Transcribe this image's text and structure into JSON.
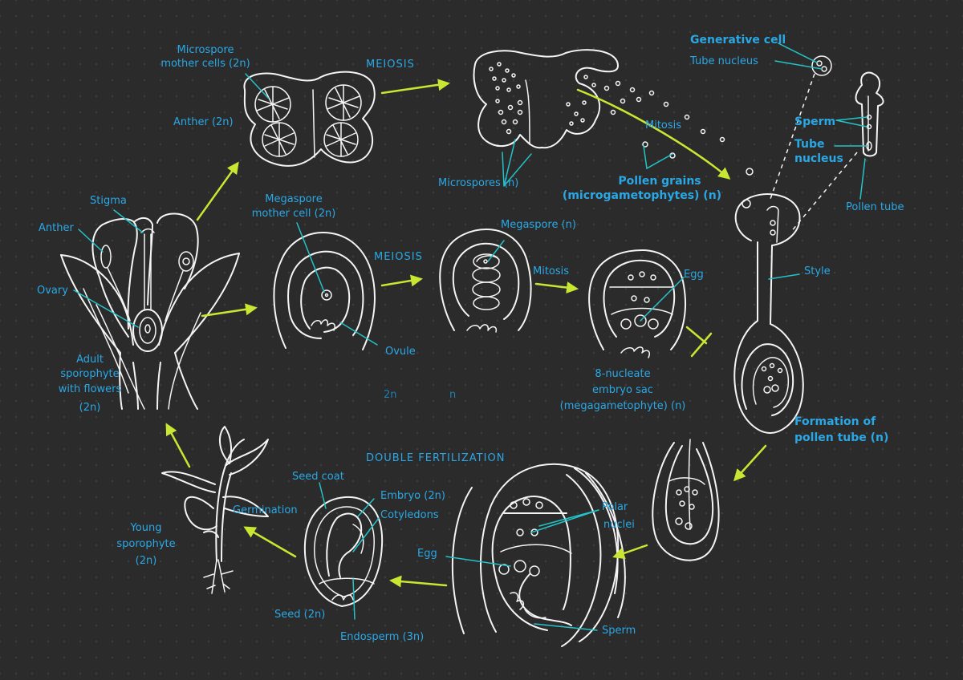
{
  "labels": {
    "microspore_mother_cells": [
      "Microspore",
      "mother cells (2n)"
    ],
    "anther_2n": "Anther (2n)",
    "meiosis_top": "MEIOSIS",
    "microspores": "Microspores (n)",
    "mitosis_top": "Mitosis",
    "pollen_grains": [
      "Pollen grains",
      "(microgametophytes) (n)"
    ],
    "generative_cell": "Generative cell",
    "tube_nucleus_top": "Tube nucleus",
    "sperm_top": "Sperm",
    "tube_nucleus_side": [
      "Tube",
      "nucleus"
    ],
    "pollen_tube": "Pollen tube",
    "stigma": "Stigma",
    "anther": "Anther",
    "ovary": "Ovary",
    "adult_sporophyte": [
      "Adult",
      "sporophyte",
      "with flowers",
      "(2n)"
    ],
    "megaspore_mother_cell": [
      "Megaspore",
      "mother cell (2n)"
    ],
    "meiosis_mid": "MEIOSIS",
    "ovule": "Ovule",
    "megaspore": "Megaspore (n)",
    "mitosis_mid": "Mitosis",
    "egg_top": "Egg",
    "embryo_sac": [
      "8-nucleate",
      "embryo sac",
      "(megagametophyte) (n)"
    ],
    "ploidy_2n": "2n",
    "ploidy_n": "n",
    "style": "Style",
    "formation_pollen_tube": [
      "Formation of",
      "pollen tube (n)"
    ],
    "double_fertilization": "DOUBLE FERTILIZATION",
    "polar_nuclei": [
      "Polar",
      "nuclei"
    ],
    "egg_bottom": "Egg",
    "sperm_bottom": "Sperm",
    "seed_coat": "Seed coat",
    "embryo_2n": "Embryo (2n)",
    "cotyledons": "Cotyledons",
    "germination": "Germination",
    "young_sporophyte": [
      "Young",
      "sporophyte",
      "(2n)"
    ],
    "seed_2n": "Seed (2n)",
    "endosperm": "Endosperm (3n)"
  },
  "colors": {
    "background": "#2b2b2b",
    "label": "#2aa8e6",
    "leader": "#24c3c7",
    "arrow": "#c9e632",
    "drawing": "#f4f4f4"
  }
}
